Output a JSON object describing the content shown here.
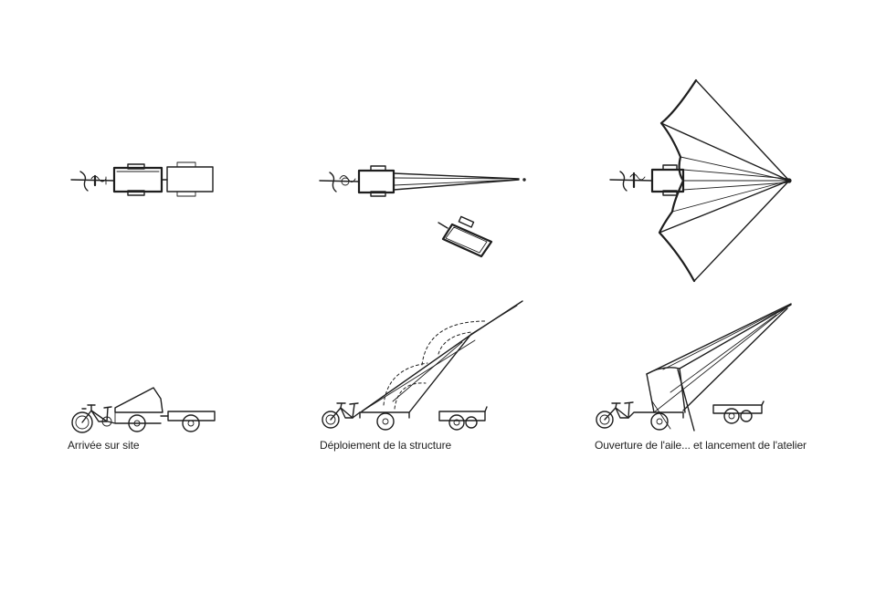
{
  "captions": {
    "step1": "Arrivée sur site",
    "step2": "Déploiement de la structure",
    "step3": "Ouverture de l'aile... et lancement de l'atelier"
  }
}
